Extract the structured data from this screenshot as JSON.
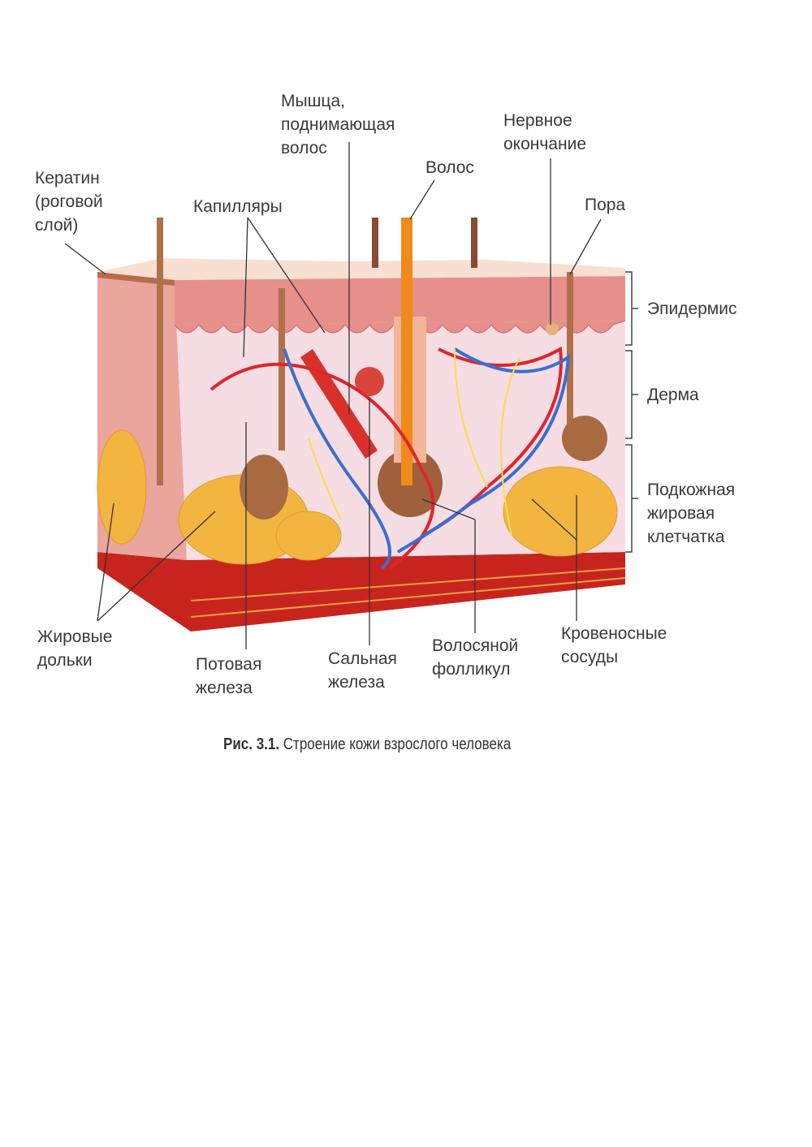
{
  "labels": {
    "keratin": "Кератин\n(роговой\nслой)",
    "capillaries": "Капилляры",
    "muscle": "Мышца,\nподнимающая\nволос",
    "hair": "Волос",
    "nerve_ending": "Нервное\nокончание",
    "pore": "Пора",
    "epidermis": "Эпидермис",
    "dermis": "Дерма",
    "subcutaneous": "Подкожная\nжировая\nклетчатка",
    "fat_lobules": "Жировые\nдольки",
    "sweat_gland": "Потовая\nжелеза",
    "sebaceous_gland": "Сальная\nжелеза",
    "hair_follicle": "Волосяной\nфолликул",
    "blood_vessels": "Кровеносные\nсосуды"
  },
  "caption": {
    "number": "Рис. 3.1.",
    "text": "Строение кожи взрослого человека"
  },
  "colors": {
    "epidermis": "#e9a6a0",
    "dermis": "#f6dde3",
    "fat": "#f2b540",
    "artery": "#e0242a",
    "vein": "#3a6fd0",
    "nerve": "#f4e04a",
    "hair": "#9a5a3a"
  }
}
